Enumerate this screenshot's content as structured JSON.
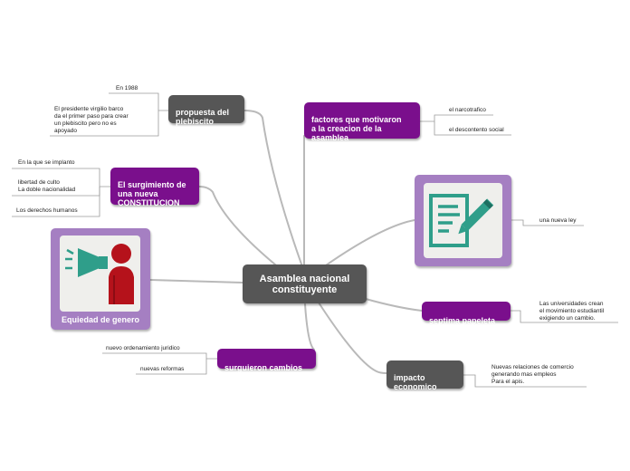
{
  "central": {
    "label": "Asamblea nacional\nconstituyente"
  },
  "nodes": {
    "plebiscito": {
      "label": "propuesta del\nplebiscito"
    },
    "constitucion": {
      "label": "El surgimiento de\nuna nueva\nCONSTITUCION"
    },
    "factores": {
      "label": "factores que motivaron\na la creacion de la\nasamblea"
    },
    "septima": {
      "label": "septima papeleta"
    },
    "impacto": {
      "label": "impacto\neconomico"
    },
    "cambios": {
      "label": "surguieron cambios"
    },
    "equidad": {
      "label": "Equiedad de genero"
    }
  },
  "notes": {
    "en1988": "En 1988",
    "presidente": "El presidente virgilio barco\nda el primer paso para crear\nun plebiscito pero no es\napoyado",
    "implanto": "En la que se implanto",
    "libertad": "libertad de culto\nLa doble nacionalidad",
    "derechos": "Los derechos humanos",
    "narcotrafico": "el narcotrafico",
    "descontento": "el descontento social",
    "nuevaley": "una nueva ley",
    "universidades": "Las universidades crean\nel movimiento estudiantil\nexigiendo un cambio.",
    "comercio": "Nuevas relaciones de comercio\ngenerando mas empleos\nPara el apis.",
    "ordenamiento": "nuevo ordenamiento juridico",
    "reformas": "nuevas reformas"
  },
  "icons": {
    "document": "document-pen-icon",
    "megaphone": "megaphone-person-icon"
  },
  "colors": {
    "dark_node": "#565656",
    "purple_node": "#7a0f8c",
    "card_frame": "#a57fc2",
    "icon_teal": "#2f9e8a",
    "icon_red": "#b5121b",
    "connector": "#b9b9b9"
  }
}
